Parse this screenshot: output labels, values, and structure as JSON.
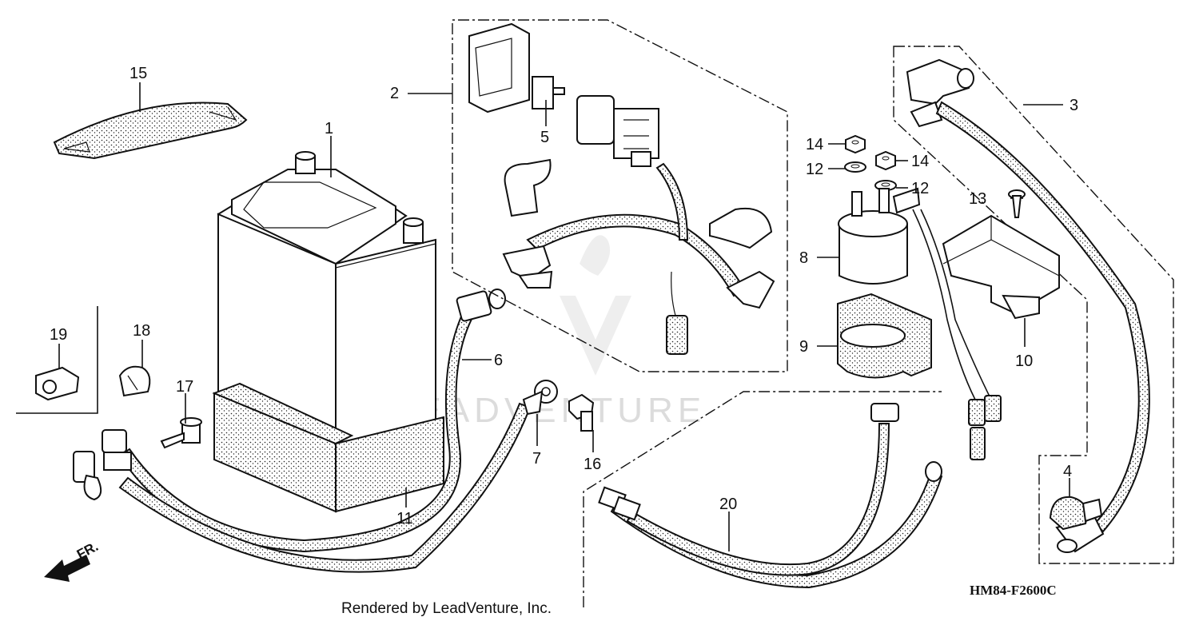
{
  "callouts": {
    "c1": "1",
    "c2": "2",
    "c3": "3",
    "c4": "4",
    "c5": "5",
    "c6": "6",
    "c7": "7",
    "c8": "8",
    "c9": "9",
    "c10": "10",
    "c11": "11",
    "c12a": "12",
    "c12b": "12",
    "c13": "13",
    "c14a": "14",
    "c14b": "14",
    "c15": "15",
    "c16": "16",
    "c17": "17",
    "c18": "18",
    "c19": "19",
    "c20": "20"
  },
  "direction_label": "FR.",
  "watermark_text": "LEADVENTURE",
  "footer": {
    "rendered_by": "Rendered by LeadVenture, Inc.",
    "drawing_code": "HM84-F2600C"
  },
  "colors": {
    "line": "#111111",
    "background": "#ffffff",
    "watermark": "#d9d9d9"
  }
}
